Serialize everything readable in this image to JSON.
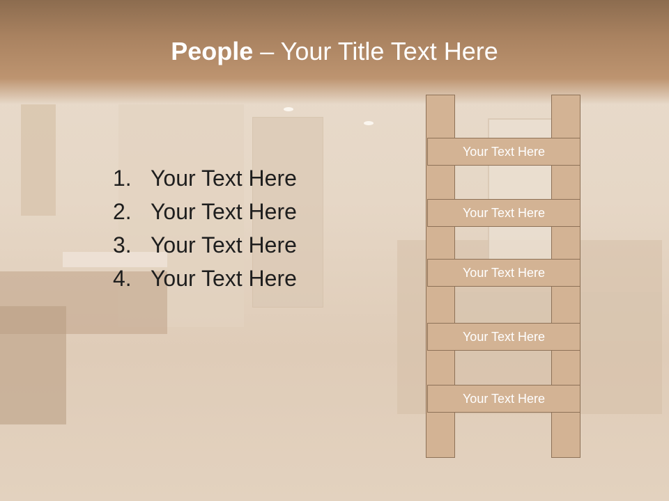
{
  "title": {
    "bold": "People",
    "rest": " – Your Title Text Here"
  },
  "list": [
    {
      "number": "1.",
      "text": "Your Text Here"
    },
    {
      "number": "2.",
      "text": "Your Text Here"
    },
    {
      "number": "3.",
      "text": "Your Text Here"
    },
    {
      "number": "4.",
      "text": "Your Text Here"
    }
  ],
  "ladder": {
    "rungs": [
      "Your Text Here",
      "Your Text Here",
      "Your Text Here",
      "Your Text Here",
      "Your Text Here"
    ]
  },
  "colors": {
    "title_band": "#bd9470",
    "ladder_fill": "#d3b394",
    "ladder_border": "#8d7157",
    "list_text": "#1e1e1e"
  }
}
